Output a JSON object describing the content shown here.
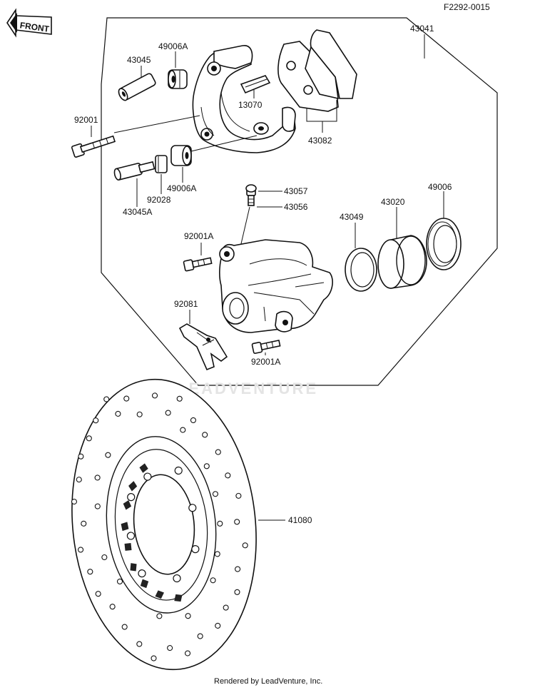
{
  "diagram": {
    "code": "F2292-0015",
    "front_label": "FRONT",
    "watermark": "LEADVENTURE",
    "footer": "Rendered by LeadVenture, Inc.",
    "parts": {
      "p43041": "43041",
      "p49006A_top": "49006A",
      "p43045": "43045",
      "p13070": "13070",
      "p92001": "92001",
      "p43082": "43082",
      "p49006A_bottom": "49006A",
      "p92028": "92028",
      "p43045A": "43045A",
      "p43057": "43057",
      "p43056": "43056",
      "p43049": "43049",
      "p43020": "43020",
      "p49006": "49006",
      "p92001A_top": "92001A",
      "p92081": "92081",
      "p92001A_bottom": "92001A",
      "p41080": "41080"
    }
  }
}
